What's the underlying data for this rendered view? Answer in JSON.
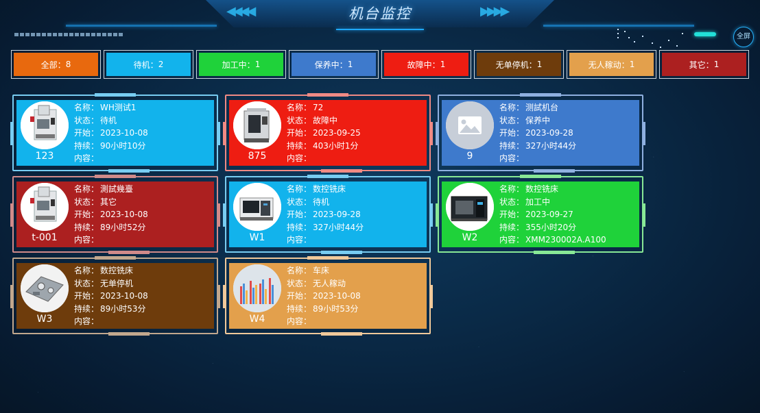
{
  "header": {
    "title": "机台监控",
    "fullscreen_label": "全屏"
  },
  "filters": [
    {
      "label": "全部：",
      "count": "8",
      "color": "#e8690e"
    },
    {
      "label": "待机：",
      "count": "2",
      "color": "#12b3ec"
    },
    {
      "label": "加工中：",
      "count": "1",
      "color": "#1fd23a"
    },
    {
      "label": "保养中：",
      "count": "1",
      "color": "#3e7acc"
    },
    {
      "label": "故障中：",
      "count": "1",
      "color": "#ee1d12"
    },
    {
      "label": "无单停机：",
      "count": "1",
      "color": "#6e3c0c"
    },
    {
      "label": "无人稼动：",
      "count": "1",
      "color": "#e3a04c"
    },
    {
      "label": "其它：",
      "count": "1",
      "color": "#ac2020"
    }
  ],
  "labels": {
    "name": "名称：",
    "status": "状态：",
    "start": "开始：",
    "duration": "持续：",
    "content": "内容："
  },
  "machines": [
    {
      "code": "123",
      "name": "WH测试1",
      "status": "待机",
      "start": "2023-10-08",
      "duration": "90小时10分",
      "content": "",
      "color": "#12b3ec",
      "border": "#78cdf2",
      "image": "vertical-mill-icon"
    },
    {
      "code": "875",
      "name": "72",
      "status": "故障中",
      "start": "2023-09-25",
      "duration": "403小时1分",
      "content": "",
      "color": "#ee1d12",
      "border": "#f08a84",
      "image": "cnc-enclosure-icon"
    },
    {
      "code": "9",
      "name": "测試机台",
      "status": "保养中",
      "start": "2023-09-28",
      "duration": "327小时44分",
      "content": "",
      "color": "#3e7acc",
      "border": "#8fb0e0",
      "image": "placeholder-image-icon"
    },
    {
      "code": "t-001",
      "name": "測試幾臺",
      "status": "其它",
      "start": "2023-10-08",
      "duration": "89小时52分",
      "content": "",
      "color": "#ac2020",
      "border": "#d08a8a",
      "image": "vertical-mill-icon"
    },
    {
      "code": "W1",
      "name": "数控铣床",
      "status": "待机",
      "start": "2023-09-28",
      "duration": "327小时44分",
      "content": "",
      "color": "#12b3ec",
      "border": "#78cdf2",
      "image": "lathe-machine-icon"
    },
    {
      "code": "W2",
      "name": "数控铣床",
      "status": "加工中",
      "start": "2023-09-27",
      "duration": "355小时20分",
      "content": "XMM230002A.A100",
      "color": "#1fd23a",
      "border": "#88e896",
      "image": "dark-cnc-icon"
    },
    {
      "code": "W3",
      "name": "数控铣床",
      "status": "无单停机",
      "start": "2023-10-08",
      "duration": "89小时53分",
      "content": "",
      "color": "#6e3c0c",
      "border": "#c2a88e",
      "image": "metal-part-icon"
    },
    {
      "code": "W4",
      "name": "车床",
      "status": "无人稼动",
      "start": "2023-10-08",
      "duration": "89小时53分",
      "content": "",
      "color": "#e3a04c",
      "border": "#f0c99a",
      "image": "bar-chart-thumbnail-icon"
    }
  ]
}
